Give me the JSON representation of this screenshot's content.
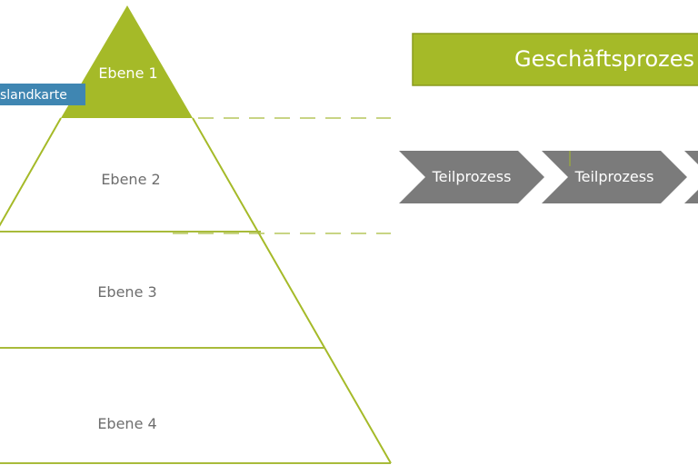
{
  "pyramid": {
    "levels": [
      {
        "label": "Ebene 1"
      },
      {
        "label": "Ebene 2"
      },
      {
        "label": "Ebene 3"
      },
      {
        "label": "Ebene 4"
      }
    ]
  },
  "tag": {
    "label": "slandkarte"
  },
  "process_header": {
    "label": "Geschäftsprozes"
  },
  "subprocesses": [
    {
      "label": "Teilprozess"
    },
    {
      "label": "Teilprozess"
    }
  ],
  "colors": {
    "accent_green": "#a5ba28",
    "header_border": "#8a9b1f",
    "outline": "#a5ba28",
    "divider": "#a8bb3a",
    "chevron_gray": "#7b7b7b",
    "tag_blue": "#3f86b2",
    "text_gray": "#6e6e6e",
    "text_white": "#ffffff"
  }
}
